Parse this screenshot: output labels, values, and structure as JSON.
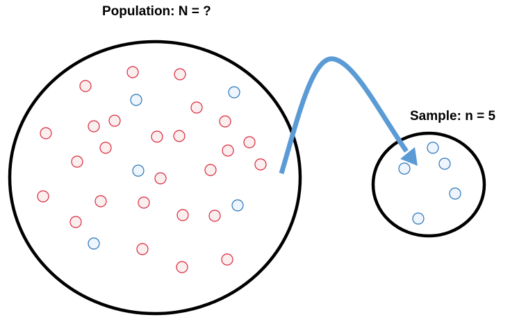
{
  "population": {
    "label": "Population: N = ?",
    "members": [
      "red",
      "red",
      "red",
      "red",
      "red",
      "red",
      "red",
      "red",
      "red",
      "red",
      "red",
      "red",
      "red",
      "red",
      "red",
      "red",
      "red",
      "red",
      "red",
      "red",
      "red",
      "red",
      "red",
      "red",
      "red",
      "red",
      "blue",
      "blue",
      "blue",
      "blue",
      "blue"
    ]
  },
  "sample": {
    "label": "Sample: n = 5",
    "members": [
      "blue",
      "blue",
      "blue",
      "blue",
      "blue"
    ]
  },
  "colors": {
    "red_stroke": "#d9263a",
    "red_fill": "#fbeeee",
    "blue_stroke": "#2672b8",
    "blue_fill": "#eef5fc",
    "arrow": "#5b9bd5",
    "outline": "#000000"
  }
}
